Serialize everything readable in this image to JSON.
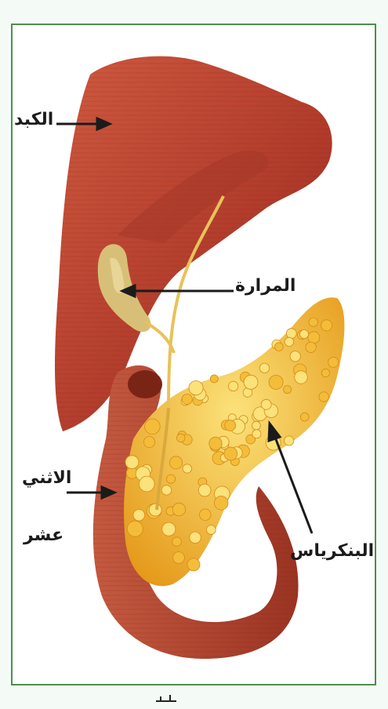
{
  "labels": {
    "liver": "الكبد",
    "gallbladder": "المرارة",
    "duodenum_line1": "الاثني",
    "duodenum_line2": "عشر",
    "pancreas": "البنكرياس"
  },
  "colors": {
    "liver": "#b8432f",
    "liver_dark": "#8e2a1f",
    "duodenum": "#b34a33",
    "pancreas": "#f0b530",
    "pancreas_light": "#fbe07a",
    "gallbladder": "#d9c07a",
    "frame": "#4c8f4a",
    "arrow": "#1b1b1b"
  }
}
